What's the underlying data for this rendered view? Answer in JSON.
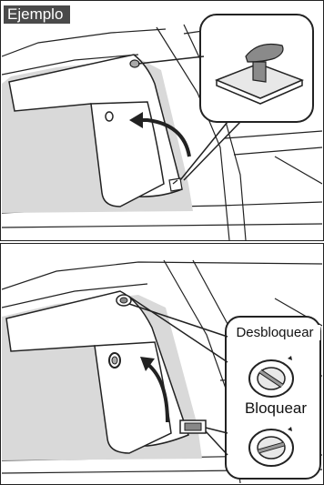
{
  "tag": {
    "label": "Ejemplo"
  },
  "callout": {
    "unlock_label": "Desbloquear",
    "lock_label": "Bloquear"
  },
  "colors": {
    "line": "#222222",
    "tag_bg": "#4a4a4a",
    "shade": "#d9d9d9",
    "panel_bg": "#ffffff"
  }
}
